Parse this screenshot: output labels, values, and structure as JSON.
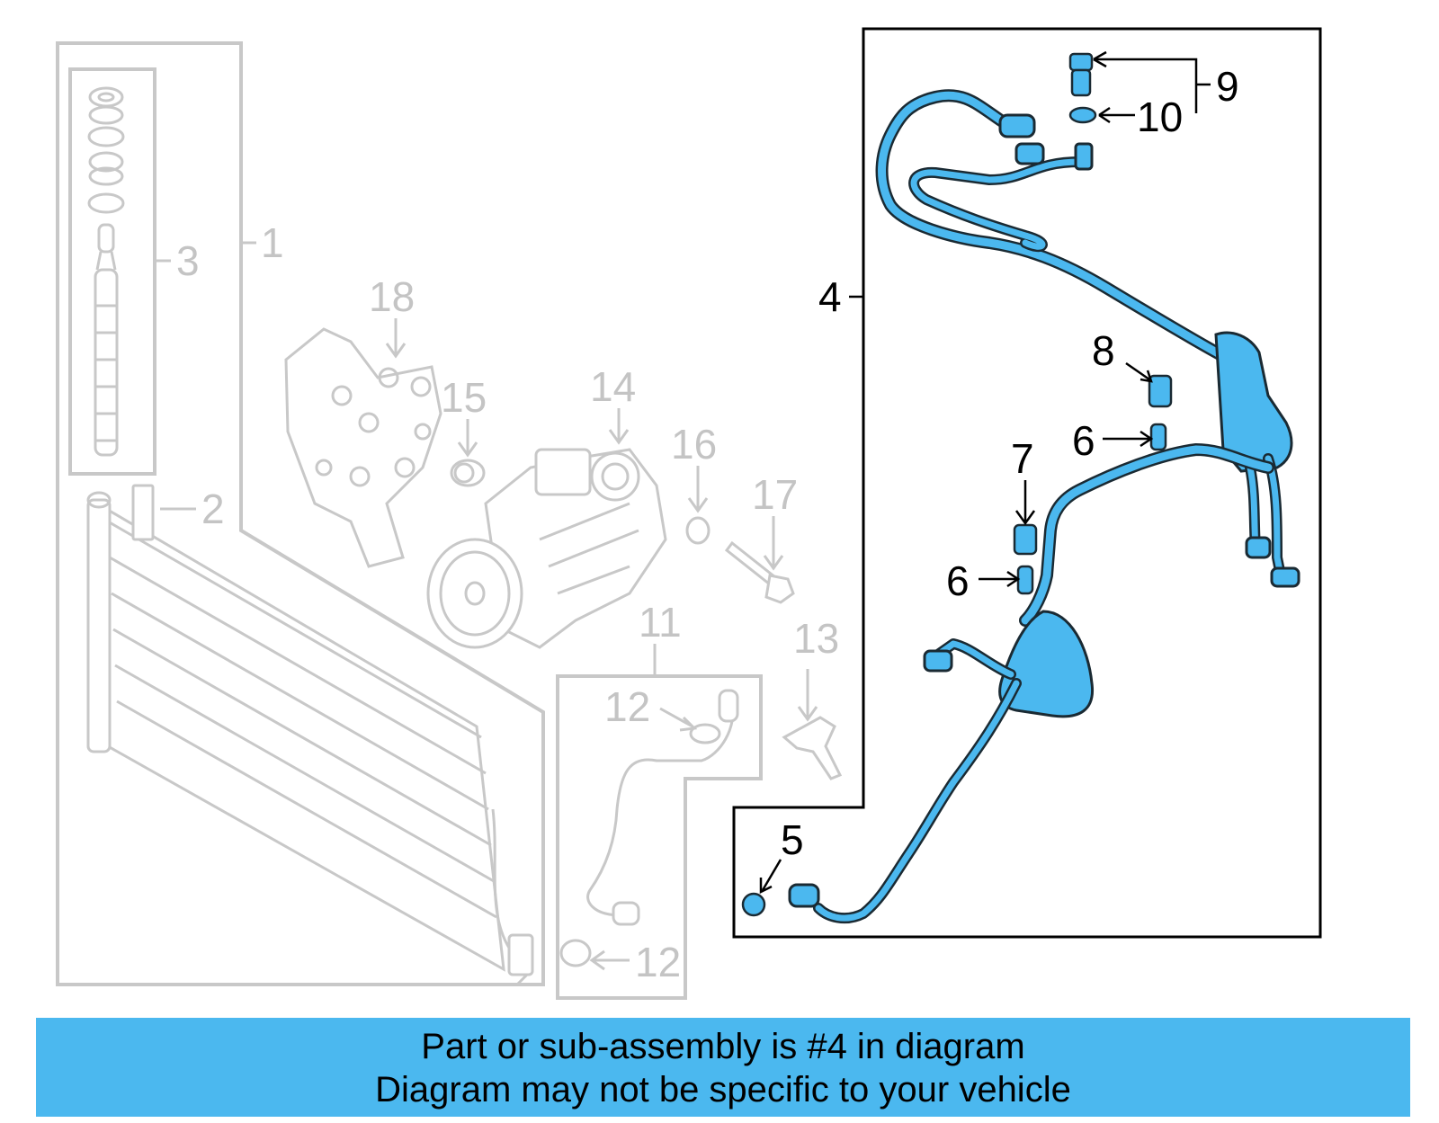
{
  "callouts": {
    "c1": "1",
    "c2": "2",
    "c3": "3",
    "c4": "4",
    "c5": "5",
    "c6a": "6",
    "c6b": "6",
    "c7": "7",
    "c8": "8",
    "c9": "9",
    "c10": "10",
    "c11": "11",
    "c12a": "12",
    "c12b": "12",
    "c13": "13",
    "c14": "14",
    "c15": "15",
    "c16": "16",
    "c17": "17",
    "c18": "18"
  },
  "banner": {
    "line1": "Part or sub-assembly is #4 in diagram",
    "line2": "Diagram may not be specific to your vehicle"
  },
  "colors": {
    "highlight": "#4bb8ef",
    "part_inactive": "#c8c8c8",
    "banner_bg": "#4bb8ef"
  }
}
